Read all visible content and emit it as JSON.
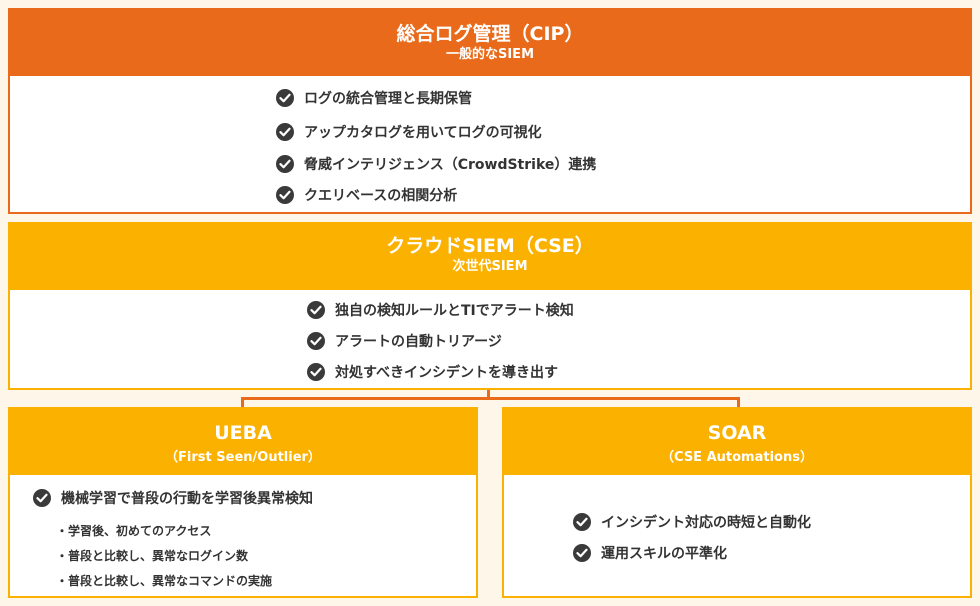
{
  "cip": {
    "title": "総合ログ管理（CIP）",
    "subtitle": "一般的なSIEM",
    "items": [
      "ログの統合管理と長期保管",
      "アップカタログを用いてログの可視化",
      "脅威インテリジェンス（CrowdStrike）連携",
      "クエリベースの相関分析"
    ]
  },
  "cse": {
    "title": "クラウドSIEM（CSE）",
    "subtitle": "次世代SIEM",
    "items": [
      "独自の検知ルールとTIでアラート検知",
      "アラートの自動トリアージ",
      "対処すべきインシデントを導き出す"
    ]
  },
  "ueba": {
    "title": "UEBA",
    "subtitle": "（First Seen/Outlier）",
    "item": "機械学習で普段の行動を学習後異常検知",
    "subitems": [
      "・学習後、初めてのアクセス",
      "・普段と比較し、異常なログイン数",
      "・普段と比較し、異常なコマンドの実施"
    ]
  },
  "soar": {
    "title": "SOAR",
    "subtitle": "（CSE Automations）",
    "items": [
      "インシデント対応の時短と自動化",
      "運用スキルの平準化"
    ]
  },
  "colors": {
    "orange": "#e86a1a",
    "yellow": "#fbb100",
    "background": "#fef7e9",
    "check_icon": "#3a3a3a"
  }
}
